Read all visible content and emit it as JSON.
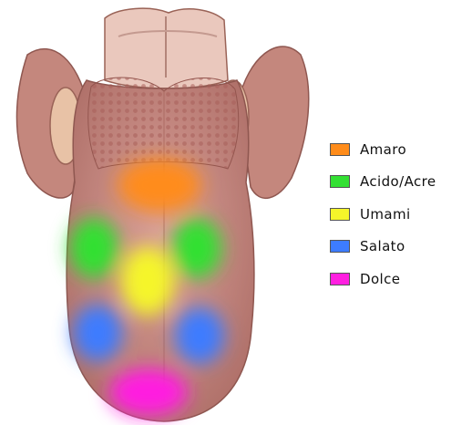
{
  "legend": {
    "items": [
      {
        "key": "bitter",
        "label": "Amaro",
        "color": "#ff8c1a"
      },
      {
        "key": "sour",
        "label": "Acido/Acre",
        "color": "#33e033"
      },
      {
        "key": "umami",
        "label": "Umami",
        "color": "#f5f52a"
      },
      {
        "key": "salty",
        "label": "Salato",
        "color": "#3d7cff"
      },
      {
        "key": "sweet",
        "label": "Dolce",
        "color": "#ff1fe0"
      }
    ]
  },
  "colors": {
    "tongue": "#c98a84",
    "tongue_shadow": "#a2645e",
    "papillae": "#b8706a",
    "epiglottis": "#eac8bd",
    "tonsil": "#e8c2a6",
    "tissue": "#c4877d"
  }
}
